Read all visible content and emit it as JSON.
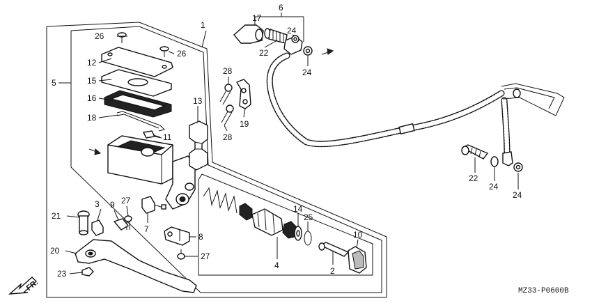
{
  "diagram": {
    "code": "MZ33-P0600B",
    "direction_label": "FR.",
    "callouts": [
      "1",
      "2",
      "3",
      "4",
      "5",
      "6",
      "7",
      "8",
      "9",
      "10",
      "11",
      "12",
      "13",
      "14",
      "15",
      "16",
      "17",
      "18",
      "19",
      "20",
      "21",
      "22",
      "22",
      "23",
      "24",
      "24",
      "24",
      "24",
      "25",
      "26",
      "26",
      "27",
      "27",
      "28",
      "28"
    ]
  }
}
